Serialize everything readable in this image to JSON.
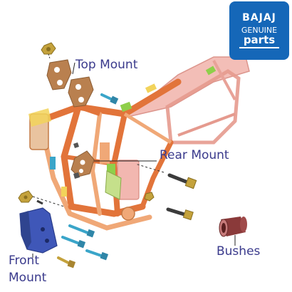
{
  "logo": {
    "brand": "BAJAJ",
    "line1": "GENUINE",
    "line2": "parts",
    "color": "#1567b8"
  },
  "labels": {
    "top_mount": "Top Mount",
    "rear_mount": "Rear Mount",
    "front_mount_line1": "Front",
    "front_mount_line2": "Mount",
    "bushes": "Bushes"
  },
  "colors": {
    "frame": "#e2743a",
    "frame_light": "#f0a877",
    "mount_plate": "#b9804f",
    "front_bracket": "#3f57b8",
    "bolt": "#3aa5c9",
    "bolt_dark": "#3b3b3b",
    "nut": "#c4a23c",
    "bush": "#8a3a3a",
    "label": "#3a3a8c"
  }
}
